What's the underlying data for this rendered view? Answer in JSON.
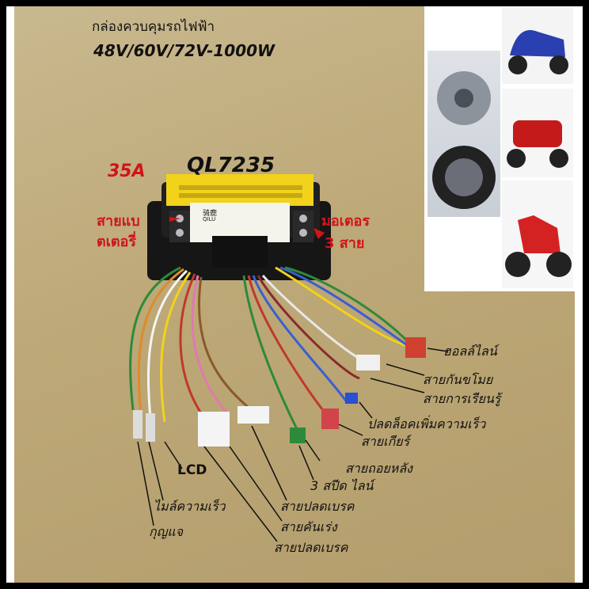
{
  "title_line1": "กล่องควบคุมรถไฟฟ้า",
  "title_line2": "48V/60V/72V-1000W",
  "current_rating": "35A",
  "model": "QL7235",
  "label_battery_1": "สายแบ",
  "label_battery_2": "ตเตอรี่",
  "label_motor_1": "มอเตอร",
  "label_motor_2": "3 สาย",
  "brand_cn": "骑鹿",
  "brand": "QILU",
  "labels": {
    "hall": "ฮอลล์ไลน์",
    "anti_theft": "สายกันขโมย",
    "learning": "สายการเรียนรู้",
    "speed_unlock": "ปลดล็อคเพิ่มความเร็ว",
    "gear": "สายเกียร์",
    "reverse": "สายถอยหลัง",
    "three_speed": "3 สปีด ไลน์",
    "brake_release_1": "สายปลดเบรค",
    "throttle": "สายคันเร่ง",
    "brake_release_2": "สายปลดเบรค",
    "lcd": "LCD",
    "speedometer": "ไมล์ความเร็ว",
    "key": "กุญแจ"
  },
  "colors": {
    "frame": "#000000",
    "red_text": "#d0141a",
    "controller_body": "#1c1c1c",
    "sticker_yellow": "#f2d21a"
  }
}
